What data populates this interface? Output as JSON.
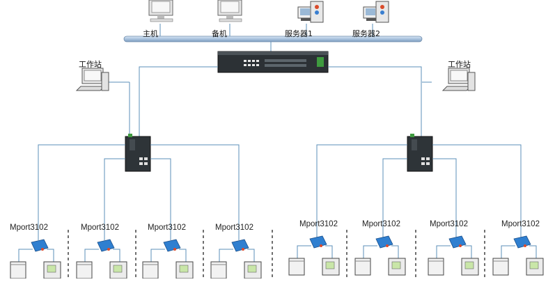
{
  "top_nodes": {
    "host": "主机",
    "backup": "备机",
    "server1": "服务器1",
    "server2": "服务器2"
  },
  "workstation_left": "工作站",
  "workstation_right": "工作站",
  "device_servers": [
    "Mport3102",
    "Mport3102",
    "Mport3102",
    "Mport3102",
    "Mport3102",
    "Mport3102",
    "Mport3102",
    "Mport3102"
  ],
  "colors": {
    "bus": "#9ab8d8",
    "link": "#5b8fb8",
    "switch": "#2e3438",
    "device": "#2f7fd0"
  }
}
